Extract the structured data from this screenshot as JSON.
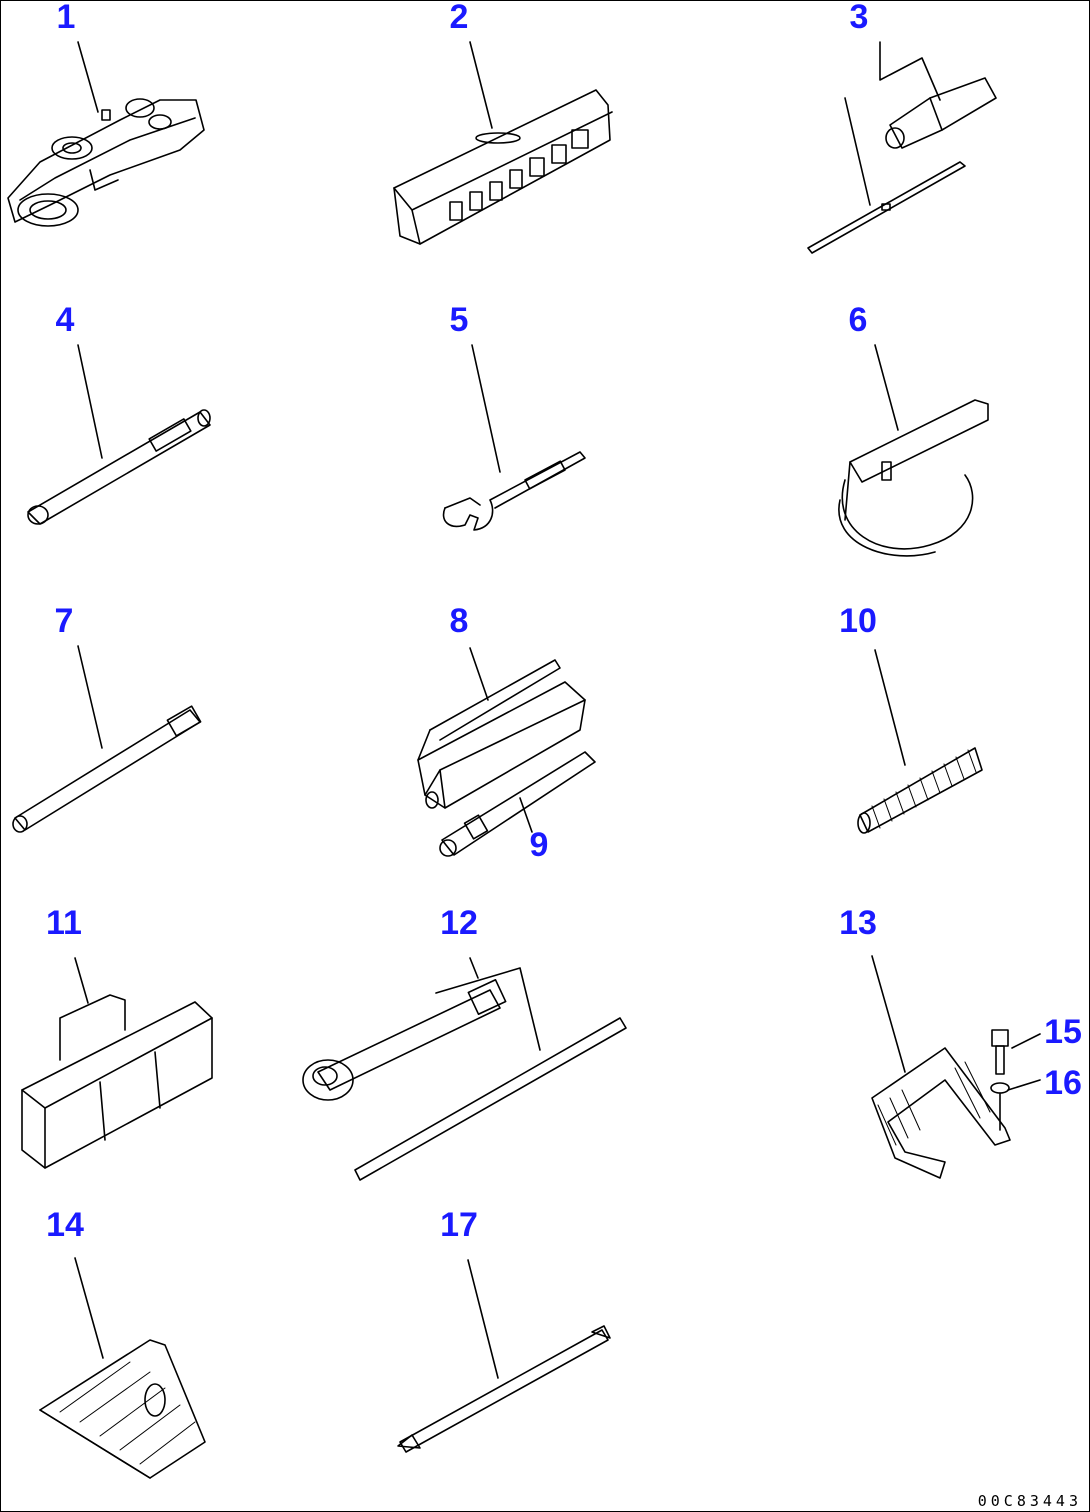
{
  "callouts": {
    "c1": "1",
    "c2": "2",
    "c3": "3",
    "c4": "4",
    "c5": "5",
    "c6": "6",
    "c7": "7",
    "c8": "8",
    "c9": "9",
    "c10": "10",
    "c11": "11",
    "c12": "12",
    "c13": "13",
    "c14": "14",
    "c15": "15",
    "c16": "16",
    "c17": "17"
  },
  "drawing_id": "00C83443",
  "colors": {
    "callout": "#1a1aff",
    "line": "#000000",
    "background": "#ffffff"
  }
}
